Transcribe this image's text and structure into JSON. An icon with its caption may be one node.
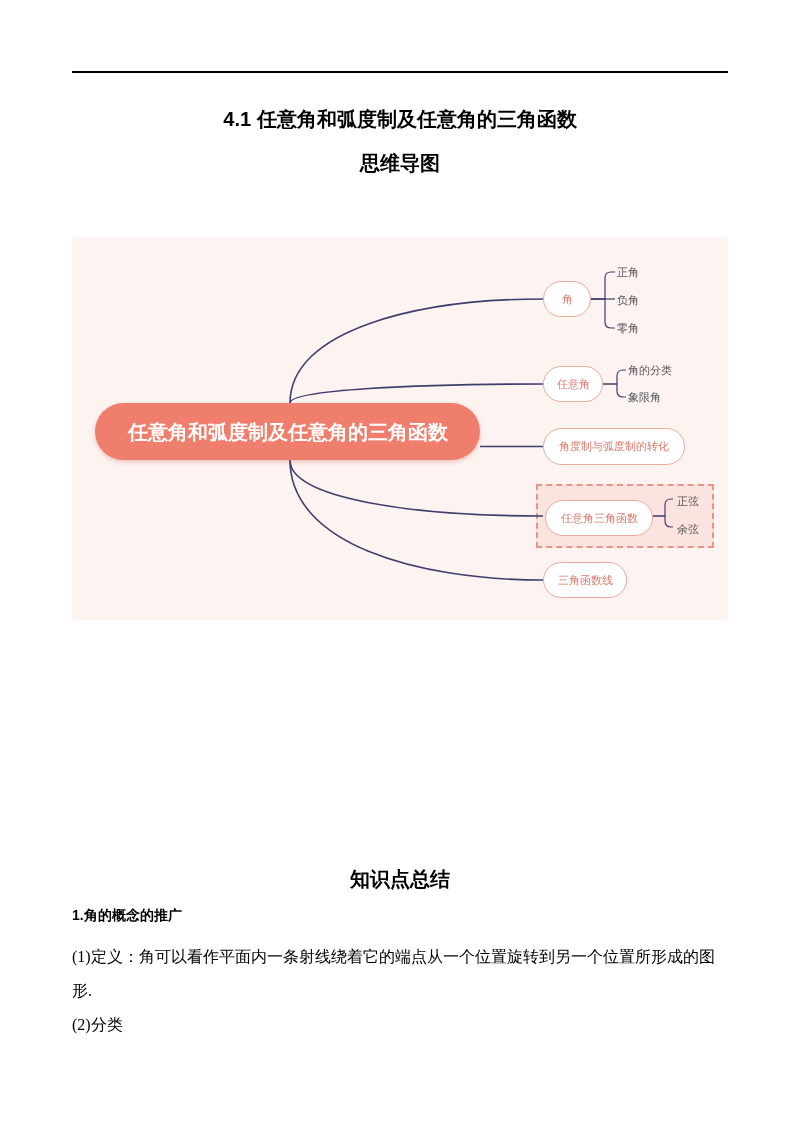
{
  "diagram": {
    "title": "4.1 任意角和弧度制及任意角的三角函数",
    "nodes": [
      {
        "text": [
          "任意角和弧度制及任意角的三角函数"
        ]
      },
      {
        "text": [
          "角"
        ]
      },
      {
        "text": [
          "正角"
        ]
      },
      {
        "text": [
          "负角"
        ]
      },
      {
        "text": [
          "零角"
        ]
      },
      {
        "text": [
          "任意角"
        ]
      },
      {
        "text": [
          "角的分类"
        ]
      },
      {
        "text": [
          "象限角"
        ]
      },
      {
        "text": [
          "角度制与弧度制的转化"
        ]
      },
      {
        "text": [],
        "shape": "box"
      },
      {
        "text": [
          "任意角三角函数"
        ],
        "in": 9
      },
      {
        "text": [
          "正弦"
        ],
        "in": 9
      },
      {
        "text": [
          "余弦"
        ],
        "in": 9
      },
      {
        "text": [
          "三角函数线"
        ]
      }
    ],
    "edges": [
      {
        "from": 0,
        "to": 1,
        "arrow": "none"
      },
      {
        "from": 0,
        "to": 5,
        "arrow": "none"
      },
      {
        "from": 0,
        "to": 8,
        "arrow": "none"
      },
      {
        "from": 0,
        "to": 10,
        "arrow": "none"
      },
      {
        "from": 0,
        "to": 13,
        "arrow": "none"
      },
      {
        "from": 1,
        "to": 2,
        "arrow": "none"
      },
      {
        "from": 1,
        "to": 3,
        "arrow": "none"
      },
      {
        "from": 1,
        "to": 4,
        "arrow": "none"
      },
      {
        "from": 5,
        "to": 6,
        "arrow": "none"
      },
      {
        "from": 5,
        "to": 7,
        "arrow": "none"
      },
      {
        "from": 10,
        "to": 11,
        "arrow": "none"
      },
      {
        "from": 10,
        "to": 12,
        "arrow": "none"
      }
    ],
    "labels": [
      "思维导图",
      "知识点总结",
      "1.角的概念的推广",
      "(1)定义：角可以看作平面内一条射线绕着它的端点从一个位置旋转到另一个位置所形成的图形.",
      "(2)分类"
    ]
  }
}
